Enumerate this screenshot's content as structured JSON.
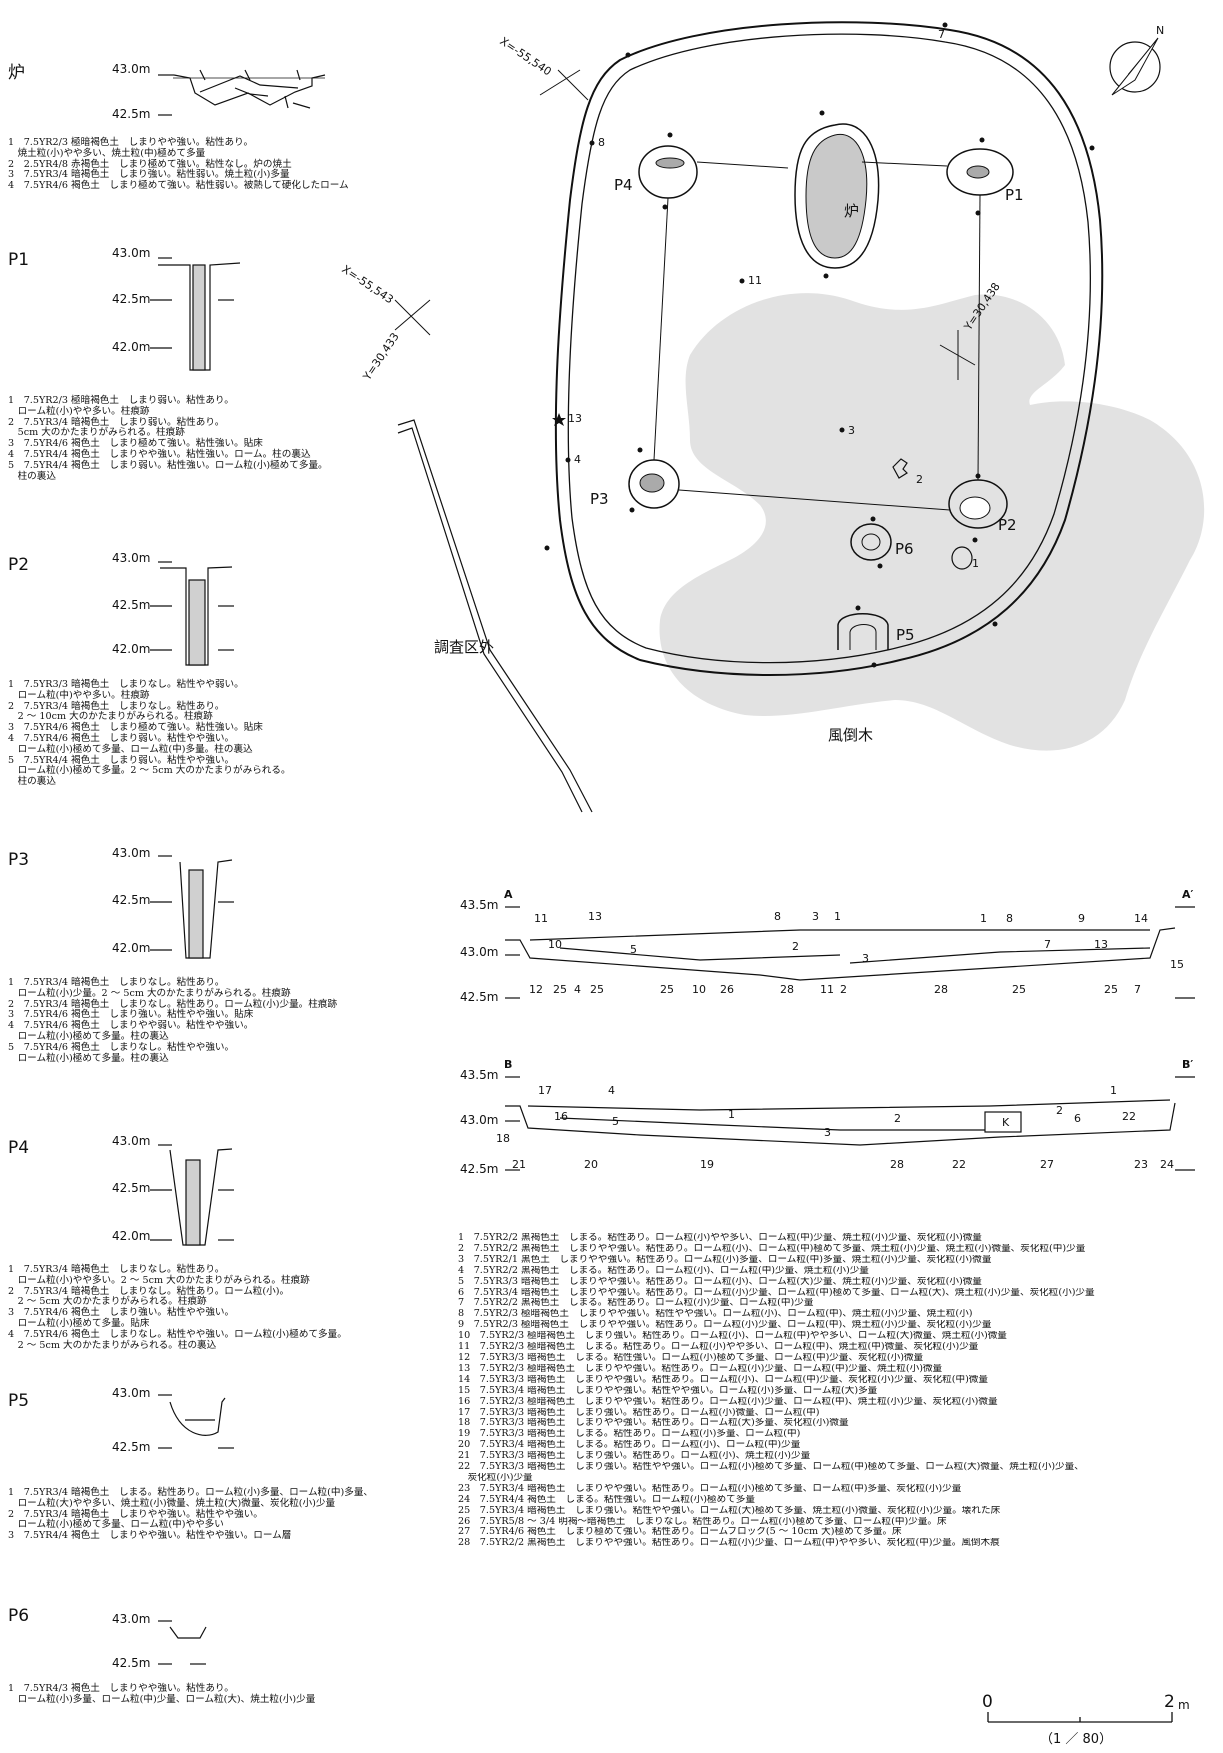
{
  "sections": {
    "ro": {
      "label": "炉",
      "elev_top": "43.0m",
      "elev_bot": "42.5m",
      "desc": "1　7.5YR2/3 極暗褐色土　しまりやや強い。粘性あり。\n　焼土粒(小)やや多い、焼土粒(中)極めて多量\n2　2.5YR4/8 赤褐色土　しまり極めて強い。粘性なし。炉の焼土\n3　7.5YR3/4 暗褐色土　しまり強い。粘性弱い。焼土粒(小)多量\n4　7.5YR4/6 褐色土　しまり極めて強い。粘性弱い。被熱して硬化したローム"
    },
    "p1": {
      "label": "P1",
      "elev_top": "43.0m",
      "elev_mid": "42.5m",
      "elev_bot": "42.0m",
      "desc": "1　7.5YR2/3 極暗褐色土　しまり弱い。粘性あり。\n　ローム粒(小)やや多い。柱痕跡\n2　7.5YR3/4 暗褐色土　しまり弱い。粘性あり。\n　5cm 大のかたまりがみられる。柱痕跡\n3　7.5YR4/6 褐色土　しまり極めて強い。粘性強い。貼床\n4　7.5YR4/4 褐色土　しまりやや強い。粘性強い。ローム。柱の裏込\n5　7.5YR4/4 褐色土　しまり弱い。粘性強い。ローム粒(小)極めて多量。\n　柱の裏込"
    },
    "p2": {
      "label": "P2",
      "elev_top": "43.0m",
      "elev_mid": "42.5m",
      "elev_bot": "42.0m",
      "desc": "1　7.5YR3/3 暗褐色土　しまりなし。粘性やや弱い。\n　ローム粒(中)やや多い。柱痕跡\n2　7.5YR3/4 暗褐色土　しまりなし。粘性あり。\n　2 ～ 10cm 大のかたまりがみられる。柱痕跡\n3　7.5YR4/6 褐色土　しまり極めて強い。粘性強い。貼床\n4　7.5YR4/6 褐色土　しまり弱い。粘性やや強い。\n　ローム粒(小)極めて多量、ローム粒(中)多量。柱の裏込\n5　7.5YR4/4 褐色土　しまり弱い。粘性やや強い。\n　ローム粒(小)極めて多量。2 ～ 5cm 大のかたまりがみられる。\n　柱の裏込"
    },
    "p3": {
      "label": "P3",
      "elev_top": "43.0m",
      "elev_mid": "42.5m",
      "elev_bot": "42.0m",
      "desc": "1　7.5YR3/4 暗褐色土　しまりなし。粘性あり。\n　ローム粒(小)少量。2 ～ 5cm 大のかたまりがみられる。柱痕跡\n2　7.5YR3/4 暗褐色土　しまりなし。粘性あり。ローム粒(小)少量。柱痕跡\n3　7.5YR4/6 褐色土　しまり強い。粘性やや強い。貼床\n4　7.5YR4/6 褐色土　しまりやや弱い。粘性やや強い。\n　ローム粒(小)極めて多量。柱の裏込\n5　7.5YR4/6 褐色土　しまりなし。粘性やや強い。\n　ローム粒(小)極めて多量。柱の裏込"
    },
    "p4": {
      "label": "P4",
      "elev_top": "43.0m",
      "elev_mid": "42.5m",
      "elev_bot": "42.0m",
      "desc": "1　7.5YR3/4 暗褐色土　しまりなし。粘性あり。\n　ローム粒(小)やや多い。2 ～ 5cm 大のかたまりがみられる。柱痕跡\n2　7.5YR3/4 暗褐色土　しまりなし。粘性あり。ローム粒(小)。\n　2 ～ 5cm 大のかたまりがみられる。柱痕跡\n3　7.5YR4/6 褐色土　しまり強い。粘性やや強い。\n　ローム粒(小)極めて多量。貼床\n4　7.5YR4/6 褐色土　しまりなし。粘性やや強い。ローム粒(小)極めて多量。\n　2 ～ 5cm 大のかたまりがみられる。柱の裏込"
    },
    "p5": {
      "label": "P5",
      "elev_top": "43.0m",
      "elev_bot": "42.5m",
      "desc": "1　7.5YR3/4 暗褐色土　しまる。粘性あり。ローム粒(小)多量、ローム粒(中)多量、\n　ローム粒(大)やや多い、焼土粒(小)微量、焼土粒(大)微量、炭化粒(小)少量\n2　7.5YR3/4 暗褐色土　しまりやや強い。粘性やや強い。\n　ローム粒(小)極めて多量、ローム粒(中)やや多い\n3　7.5YR4/4 褐色土　しまりやや強い。粘性やや強い。ローム層"
    },
    "p6": {
      "label": "P6",
      "elev_top": "43.0m",
      "elev_bot": "42.5m",
      "desc": "1　7.5YR4/3 褐色土　しまりやや強い。粘性あり。\n　ローム粒(小)多量、ローム粒(中)少量、ローム粒(大)、焼土粒(小)少量"
    }
  },
  "plan": {
    "ro_label": "炉",
    "outside_label": "調査区外",
    "tree_label": "風倒木",
    "coord_a": "X=-55,540",
    "coord_b": "X=-55,543",
    "coord_c": "Y=30,433",
    "coord_d": "Y=30,438",
    "pits": [
      "P1",
      "P2",
      "P3",
      "P4",
      "P5",
      "P6"
    ],
    "finds": [
      "7",
      "8",
      "11",
      "13",
      "3",
      "4",
      "2",
      "1"
    ],
    "north": "N"
  },
  "sectionA": {
    "elevs": [
      "43.5m",
      "43.0m",
      "42.5m"
    ],
    "ends": [
      "A",
      "A′"
    ],
    "top_nums": [
      "11",
      "13",
      "8",
      "3",
      "1",
      "1",
      "8",
      "9",
      "14"
    ],
    "mid_nums": [
      "10",
      "5",
      "2",
      "3",
      "7",
      "13",
      "15"
    ],
    "bot_nums": [
      "12",
      "25",
      "4",
      "25",
      "25",
      "10",
      "26",
      "28",
      "11",
      "2",
      "28",
      "25",
      "25",
      "7"
    ]
  },
  "sectionB": {
    "elevs": [
      "43.5m",
      "43.0m",
      "42.5m"
    ],
    "ends": [
      "B",
      "B′"
    ],
    "top_nums": [
      "17",
      "4",
      "1"
    ],
    "mid_nums": [
      "16",
      "5",
      "1",
      "3",
      "2",
      "K",
      "2",
      "6",
      "22",
      "18"
    ],
    "bot_nums": [
      "21",
      "20",
      "19",
      "28",
      "22",
      "27",
      "23",
      "24"
    ]
  },
  "legend": [
    "1　7.5YR2/2 黒褐色土　しまる。粘性あり。ローム粒(小)やや多い、ローム粒(中)少量、焼土粒(小)少量、炭化粒(小)微量",
    "2　7.5YR2/2 黒褐色土　しまりやや強い。粘性あり。ローム粒(小)、ローム粒(中)極めて多量、焼土粒(小)少量、焼土粒(小)微量、炭化粒(中)少量",
    "3　7.5YR2/1 黒色土　しまりやや強い。粘性あり。ローム粒(小)多量、ローム粒(中)多量、焼土粒(小)少量、炭化粒(小)微量",
    "4　7.5YR2/2 黒褐色土　しまる。粘性あり。ローム粒(小)、ローム粒(中)少量、焼土粒(小)少量",
    "5　7.5YR3/3 暗褐色土　しまりやや強い。粘性あり。ローム粒(小)、ローム粒(大)少量、焼土粒(小)少量、炭化粒(小)微量",
    "6　7.5YR3/4 暗褐色土　しまりやや強い。粘性あり。ローム粒(小)少量、ローム粒(中)極めて多量、ローム粒(大)、焼土粒(小)少量、炭化粒(小)少量",
    "7　7.5YR2/2 黒褐色土　しまる。粘性あり。ローム粒(小)少量、ローム粒(中)少量",
    "8　7.5YR2/3 極暗褐色土　しまりやや強い。粘性やや強い。ローム粒(小)、ローム粒(中)、焼土粒(小)少量、焼土粒(小)",
    "9　7.5YR2/3 極暗褐色土　しまりやや強い。粘性あり。ローム粒(小)少量、ローム粒(中)、焼土粒(小)少量、炭化粒(小)少量",
    "10　7.5YR2/3 極暗褐色土　しまり強い。粘性あり。ローム粒(小)、ローム粒(中)やや多い、ローム粒(大)微量、焼土粒(小)微量",
    "11　7.5YR2/3 極暗褐色土　しまる。粘性あり。ローム粒(小)やや多い、ローム粒(中)、焼土粒(中)微量、炭化粒(小)少量",
    "12　7.5YR3/3 暗褐色土　しまる。粘性強い。ローム粒(小)極めて多量、ローム粒(中)少量、炭化粒(小)微量",
    "13　7.5YR2/3 極暗褐色土　しまりやや強い。粘性あり。ローム粒(小)少量、ローム粒(中)少量、焼土粒(小)微量",
    "14　7.5YR3/3 暗褐色土　しまりやや強い。粘性あり。ローム粒(小)、ローム粒(中)少量、炭化粒(小)少量、炭化粒(中)微量",
    "15　7.5YR3/4 暗褐色土　しまりやや強い。粘性やや強い。ローム粒(小)多量、ローム粒(大)多量",
    "16　7.5YR2/3 極暗褐色土　しまりやや強い。粘性あり。ローム粒(小)少量、ローム粒(中)、焼土粒(小)少量、炭化粒(小)微量",
    "17　7.5YR3/3 暗褐色土　しまり強い。粘性あり。ローム粒(小)微量、ローム粒(中)",
    "18　7.5YR3/3 暗褐色土　しまりやや強い。粘性あり。ローム粒(大)多量、炭化粒(小)微量",
    "19　7.5YR3/3 暗褐色土　しまる。粘性あり。ローム粒(小)多量、ローム粒(中)",
    "20　7.5YR3/4 暗褐色土　しまる。粘性あり。ローム粒(小)、ローム粒(中)少量",
    "21　7.5YR3/3 暗褐色土　しまり強い。粘性あり。ローム粒(小)、焼土粒(小)少量",
    "22　7.5YR3/3 暗褐色土　しまり強い。粘性やや強い。ローム粒(小)極めて多量、ローム粒(中)極めて多量、ローム粒(大)微量、焼土粒(小)少量、",
    "　炭化粒(小)少量",
    "23　7.5YR3/4 暗褐色土　しまりやや強い。粘性あり。ローム粒(小)極めて多量、ローム粒(中)多量、炭化粒(小)少量",
    "24　7.5YR4/4 褐色土　しまる。粘性強い。ローム粒(小)極めて多量",
    "25　7.5YR3/4 暗褐色土　しまり強い。粘性やや強い。ローム粒(大)極めて多量、焼土粒(小)微量、炭化粒(小)少量。壊れた床",
    "26　7.5YR5/8 ～ 3/4 明褐～暗褐色土　しまりなし。粘性あり。ローム粒(小)極めて多量、ローム粒(中)少量。床",
    "27　7.5YR4/6 褐色土　しまり極めて強い。粘性あり。ロームブロック(5 ～ 10cm 大)極めて多量。床",
    "28　7.5YR2/2 黒褐色土　しまりやや強い。粘性あり。ローム粒(小)少量、ローム粒(中)やや多い、炭化粒(中)少量。風倒木痕"
  ],
  "scale": {
    "zero": "0",
    "max": "2",
    "unit": "m",
    "ratio": "（1 ／ 80）"
  }
}
